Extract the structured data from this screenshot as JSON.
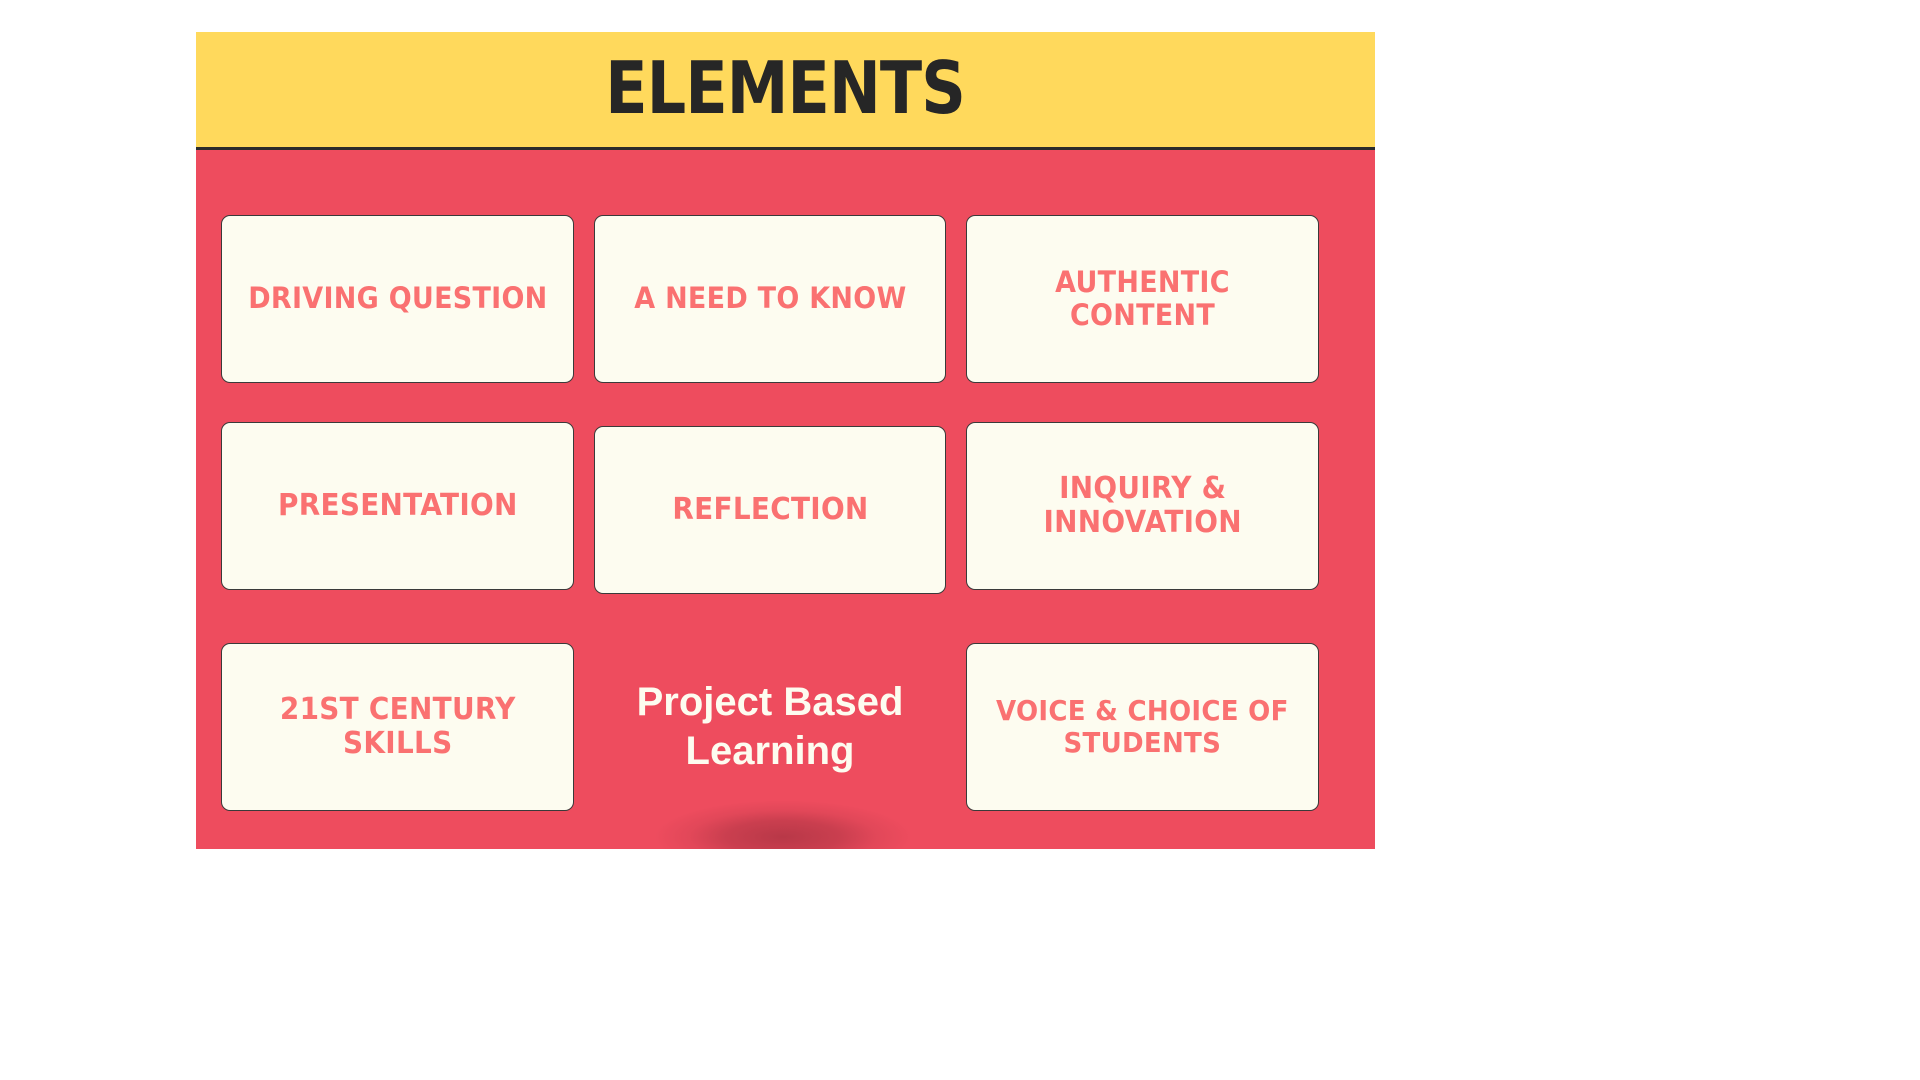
{
  "slide": {
    "header": {
      "title": "ELEMENTS",
      "background_color": "#FFD95C",
      "title_color": "#262626",
      "rule_color": "#2b2b2b"
    },
    "body": {
      "background_color": "#EE4C5E",
      "card_background_color": "#FDFCF0",
      "card_border_color": "#3a3a3a",
      "card_label_color": "#FA7171"
    },
    "center_label": {
      "text": "Project Based\nLearning",
      "color": "#FDFCF0"
    },
    "cards": [
      {
        "id": "driving-question",
        "label": "DRIVING QUESTION",
        "row": 1,
        "column": 1
      },
      {
        "id": "a-need-to-know",
        "label": "A NEED TO  KNOW",
        "row": 1,
        "column": 2
      },
      {
        "id": "authentic-content",
        "label": "AUTHENTIC CONTENT",
        "row": 1,
        "column": 3
      },
      {
        "id": "presentation",
        "label": "PRESENTATION",
        "row": 2,
        "column": 1
      },
      {
        "id": "reflection",
        "label": "REFLECTION",
        "row": 2,
        "column": 2
      },
      {
        "id": "inquiry-innovation",
        "label": "INQUIRY &\nINNOVATION",
        "row": 2,
        "column": 3
      },
      {
        "id": "21st-century-skills",
        "label": "21ST CENTURY\nSKILLS",
        "row": 3,
        "column": 1
      },
      {
        "id": "voice-choice",
        "label": "VOICE & CHOICE OF\nSTUDENTS",
        "row": 3,
        "column": 3
      }
    ]
  }
}
